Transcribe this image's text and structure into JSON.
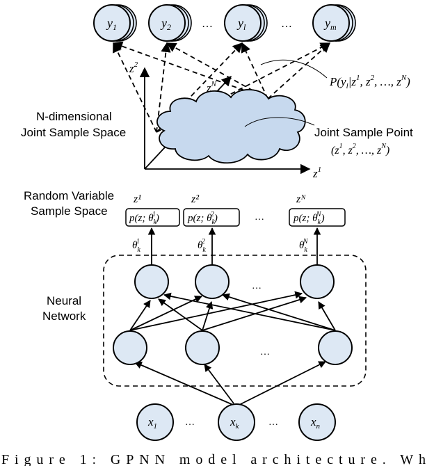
{
  "outputs": {
    "y1": {
      "base": "y",
      "sub": "1"
    },
    "y2": {
      "base": "y",
      "sub": "2"
    },
    "yl": {
      "base": "y",
      "sub": "l"
    },
    "ym": {
      "base": "y",
      "sub": "m"
    },
    "ellipsis": "…"
  },
  "joint_space": {
    "label_line1": "N-dimensional",
    "label_line2": "Joint Sample Space",
    "axis_z1": "z",
    "axis_z1_sup": "1",
    "axis_z2": "z",
    "axis_z2_sup": "2",
    "axis_zN": "z",
    "axis_zN_sup": "N",
    "probability_label": "P(y_l|z^1, z^2, …, z^N)",
    "point_label": "Joint Sample Point",
    "point_coords": "(z^1, z^2, …, z^N)"
  },
  "sample_space": {
    "label_line1": "Random Variable",
    "label_line2": "Sample Space",
    "z1": "z¹",
    "z2": "z²",
    "zN": "zᴺ",
    "box1": "p(z; θ_k^1)",
    "box2": "p(z; θ_k^2)",
    "boxN": "p(z; θ_k^N)",
    "ellipsis": "…",
    "theta1": "θ_k^1",
    "theta2": "θ_k^2",
    "thetaN": "θ_k^N"
  },
  "network": {
    "label_line1": "Neural",
    "label_line2": "Network",
    "ellipsis_top": "…",
    "ellipsis_mid": "…"
  },
  "inputs": {
    "x1": {
      "base": "x",
      "sub": "1"
    },
    "xk": {
      "base": "x",
      "sub": "k"
    },
    "xn": {
      "base": "x",
      "sub": "n"
    },
    "ellipsis_left": "…",
    "ellipsis_right": "…"
  },
  "caption_fragment": "Figure 1: GPNN model architecture. Wh"
}
